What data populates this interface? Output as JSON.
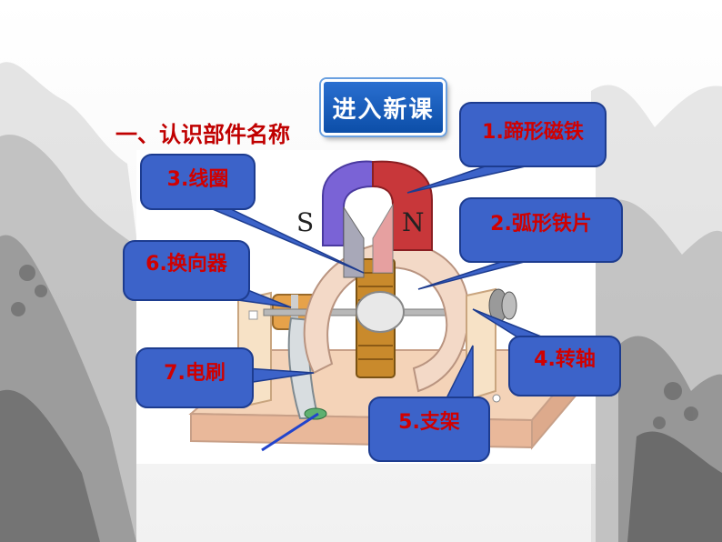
{
  "badge": {
    "label": "进入新课"
  },
  "heading": {
    "text": "一、认识部件名称"
  },
  "poles": {
    "south": "S",
    "north": "N"
  },
  "callouts": {
    "magnet": "1.蹄形磁铁",
    "arc_iron": "2.弧形铁片",
    "coil": "3.线圈",
    "shaft": "4.转轴",
    "bracket": "5.支架",
    "commutator": "6.换向器",
    "brush": "7.电刷"
  },
  "colors": {
    "callout_fill": "#3c63c9",
    "callout_border": "#1d3c8f",
    "callout_text": "#d00000",
    "heading": "#c00000",
    "badge": "#1a5fc0"
  }
}
